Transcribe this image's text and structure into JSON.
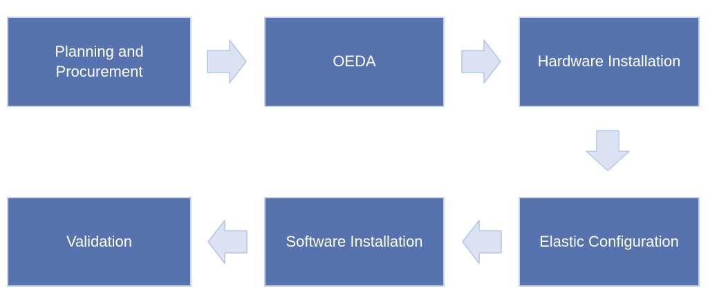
{
  "colors": {
    "background": "#ffffff",
    "box_fill": "#5673b0",
    "box_border": "#c8d3ea",
    "box_text": "#ffffff",
    "arrow_fill": "#dbe3f3",
    "arrow_border": "#b3c6e7"
  },
  "nodes": [
    {
      "label": "Planning and Procurement"
    },
    {
      "label": "OEDA"
    },
    {
      "label": "Hardware Installation"
    },
    {
      "label": "Elastic Configuration"
    },
    {
      "label": "Software Installation"
    },
    {
      "label": "Validation"
    }
  ],
  "flow": [
    {
      "direction": "right",
      "from": "Planning and Procurement",
      "to": "OEDA"
    },
    {
      "direction": "right",
      "from": "OEDA",
      "to": "Hardware Installation"
    },
    {
      "direction": "down",
      "from": "Hardware Installation",
      "to": "Elastic Configuration"
    },
    {
      "direction": "left",
      "from": "Elastic Configuration",
      "to": "Software Installation"
    },
    {
      "direction": "left",
      "from": "Software Installation",
      "to": "Validation"
    }
  ]
}
